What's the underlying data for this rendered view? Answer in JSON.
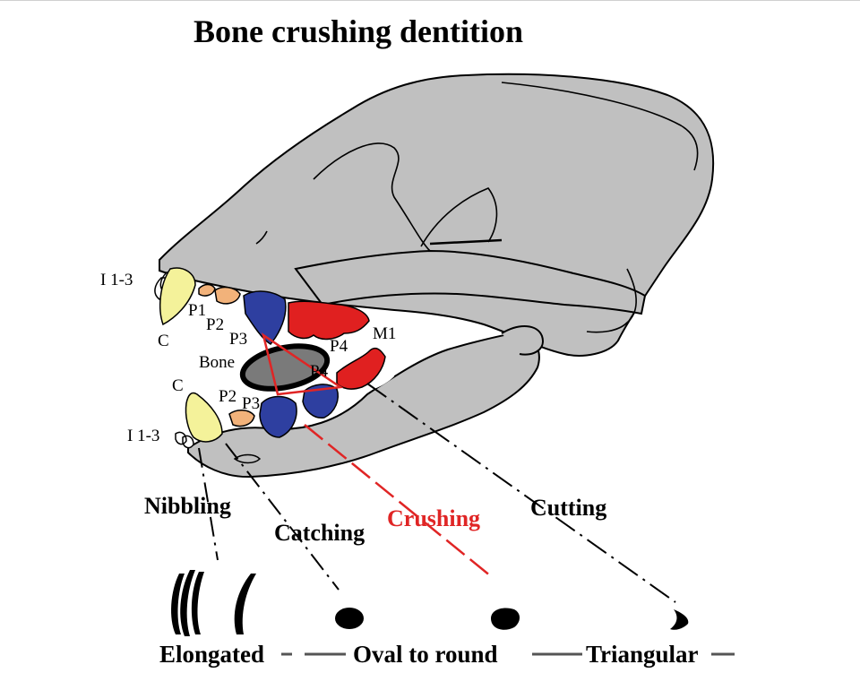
{
  "title": "Bone crushing dentition",
  "tooth_labels": {
    "upper_incisors": "I 1-3",
    "upper_canine": "C",
    "upper_p1": "P1",
    "upper_p2": "P2",
    "upper_p3": "P3",
    "upper_p4": "P4",
    "upper_m1": "M1",
    "bone": "Bone",
    "lower_p4": "P4",
    "lower_canine": "C",
    "lower_p2": "P2",
    "lower_p3": "P3",
    "lower_incisors": "I 1-3"
  },
  "functions": {
    "nibbling": "Nibbling",
    "catching": "Catching",
    "crushing": "Crushing",
    "cutting": "Cutting"
  },
  "shapes": {
    "elongated": "Elongated",
    "oval": "Oval to round",
    "triangular": "Triangular"
  },
  "colors": {
    "skull": "#c0c0c0",
    "canine": "#f4f29a",
    "small_premolar": "#f2b27a",
    "crushing_premolar": "#2e3fa0",
    "carnassial": "#e02020",
    "bone": "#7a7a7a",
    "crushing_line": "#e02525"
  }
}
